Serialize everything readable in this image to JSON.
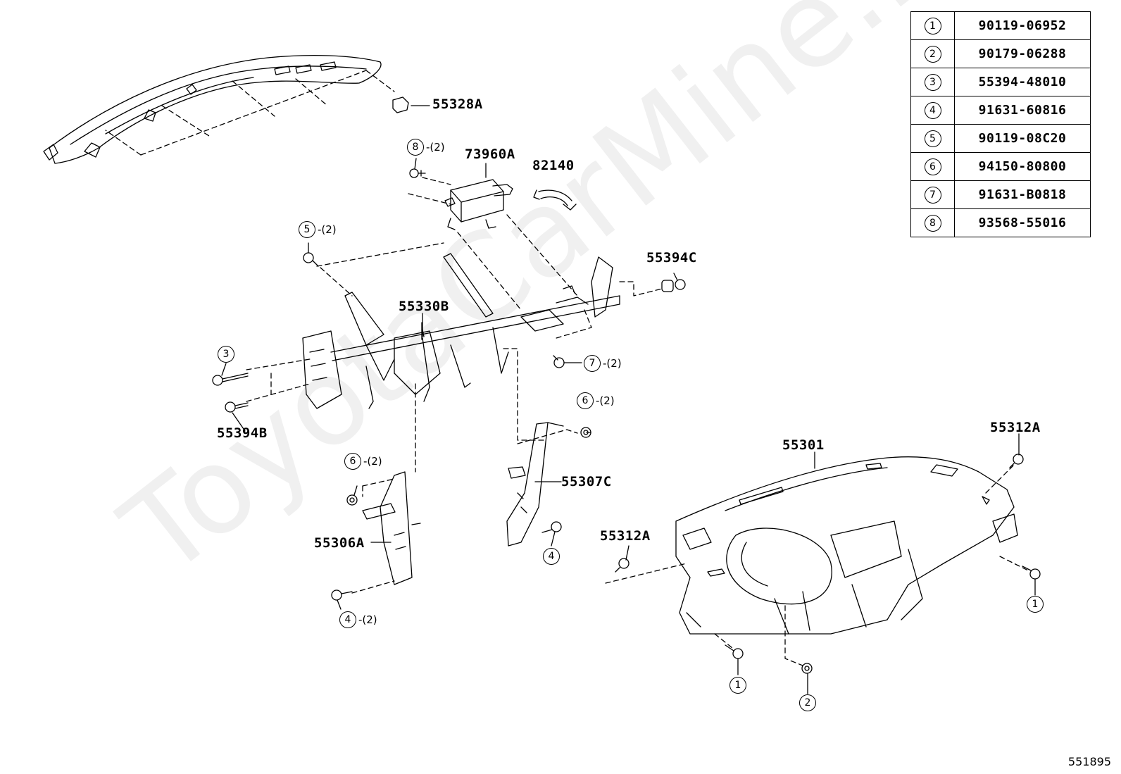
{
  "watermark": "ToyotaCarMine.ru",
  "figure_number": "551895",
  "legend": [
    {
      "key": "1",
      "part": "90119-06952"
    },
    {
      "key": "2",
      "part": "90179-06288"
    },
    {
      "key": "3",
      "part": "55394-48010"
    },
    {
      "key": "4",
      "part": "91631-60816"
    },
    {
      "key": "5",
      "part": "90119-08C20"
    },
    {
      "key": "6",
      "part": "94150-80800"
    },
    {
      "key": "7",
      "part": "91631-B0818"
    },
    {
      "key": "8",
      "part": "93568-55016"
    }
  ],
  "labels": {
    "p55328a": "55328A",
    "p73960a": "73960A",
    "p82140": "82140",
    "p55394c": "55394C",
    "p55330b": "55330B",
    "p55394b": "55394B",
    "p55307c": "55307C",
    "p55306a": "55306A",
    "p55301": "55301",
    "p55312a_right": "55312A",
    "p55312a_left": "55312A"
  },
  "callouts": {
    "c8": {
      "num": "8",
      "qty": "-(2)"
    },
    "c5": {
      "num": "5",
      "qty": "-(2)"
    },
    "c3": {
      "num": "3"
    },
    "c7": {
      "num": "7",
      "qty": "-(2)"
    },
    "c6a": {
      "num": "6",
      "qty": "-(2)"
    },
    "c6b": {
      "num": "6",
      "qty": "-(2)"
    },
    "c4a": {
      "num": "4"
    },
    "c4b": {
      "num": "4",
      "qty": "-(2)"
    },
    "c1a": {
      "num": "1"
    },
    "c1b": {
      "num": "1"
    },
    "c2": {
      "num": "2"
    }
  },
  "colors": {
    "ink": "#000000",
    "paper": "#ffffff"
  }
}
